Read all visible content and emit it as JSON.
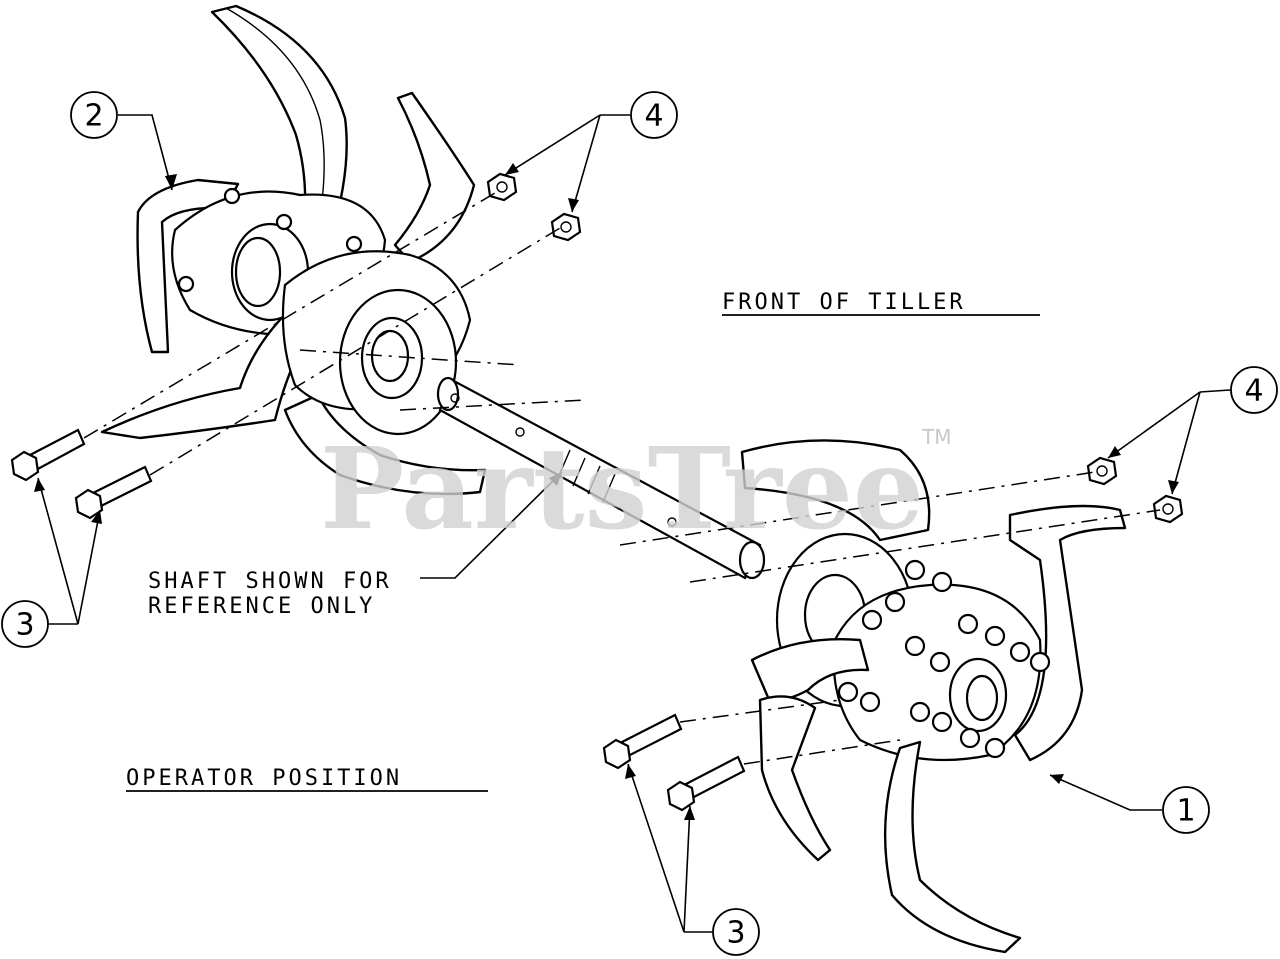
{
  "labels": {
    "front": "FRONT OF TILLER",
    "operator": "OPERATOR POSITION",
    "shaft_line1": "SHAFT SHOWN FOR",
    "shaft_line2": "REFERENCE ONLY"
  },
  "callouts": [
    "2",
    "4",
    "4",
    "3",
    "1",
    "3"
  ],
  "watermark": {
    "text": "PartsTree",
    "tm": "TM"
  },
  "colors": {
    "line": "#000000",
    "watermark": "#d2d2d2",
    "background": "#ffffff"
  }
}
